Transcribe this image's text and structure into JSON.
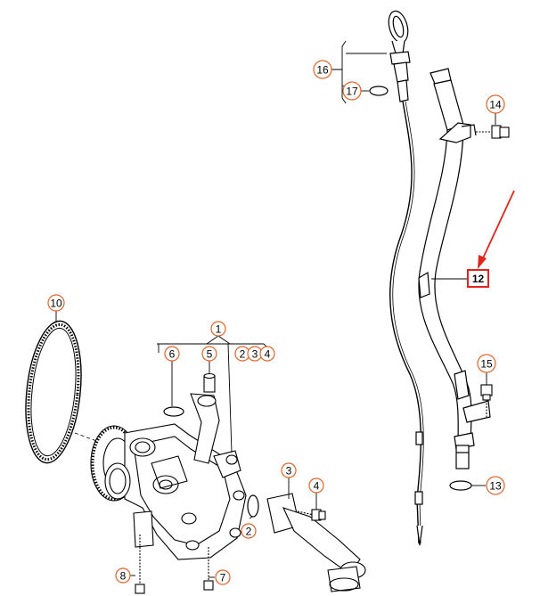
{
  "diagram": {
    "callouts": [
      {
        "id": "c10",
        "text": "10"
      },
      {
        "id": "c1",
        "text": "1"
      },
      {
        "id": "c6",
        "text": "6"
      },
      {
        "id": "c5",
        "text": "5"
      },
      {
        "id": "c2a",
        "text": "2"
      },
      {
        "id": "c3a",
        "text": "3"
      },
      {
        "id": "c4a",
        "text": "4"
      },
      {
        "id": "c3",
        "text": "3"
      },
      {
        "id": "c4",
        "text": "4"
      },
      {
        "id": "c2",
        "text": "2"
      },
      {
        "id": "c8",
        "text": "8"
      },
      {
        "id": "c7",
        "text": "7"
      },
      {
        "id": "c16",
        "text": "16"
      },
      {
        "id": "c17",
        "text": "17"
      },
      {
        "id": "c14",
        "text": "14"
      },
      {
        "id": "c15",
        "text": "15"
      },
      {
        "id": "c13",
        "text": "13"
      }
    ],
    "highlighted_callout": {
      "text": "12"
    },
    "colors": {
      "callout_ring": "#e0642a",
      "highlight": "#e3241b",
      "line": "#000000"
    }
  }
}
